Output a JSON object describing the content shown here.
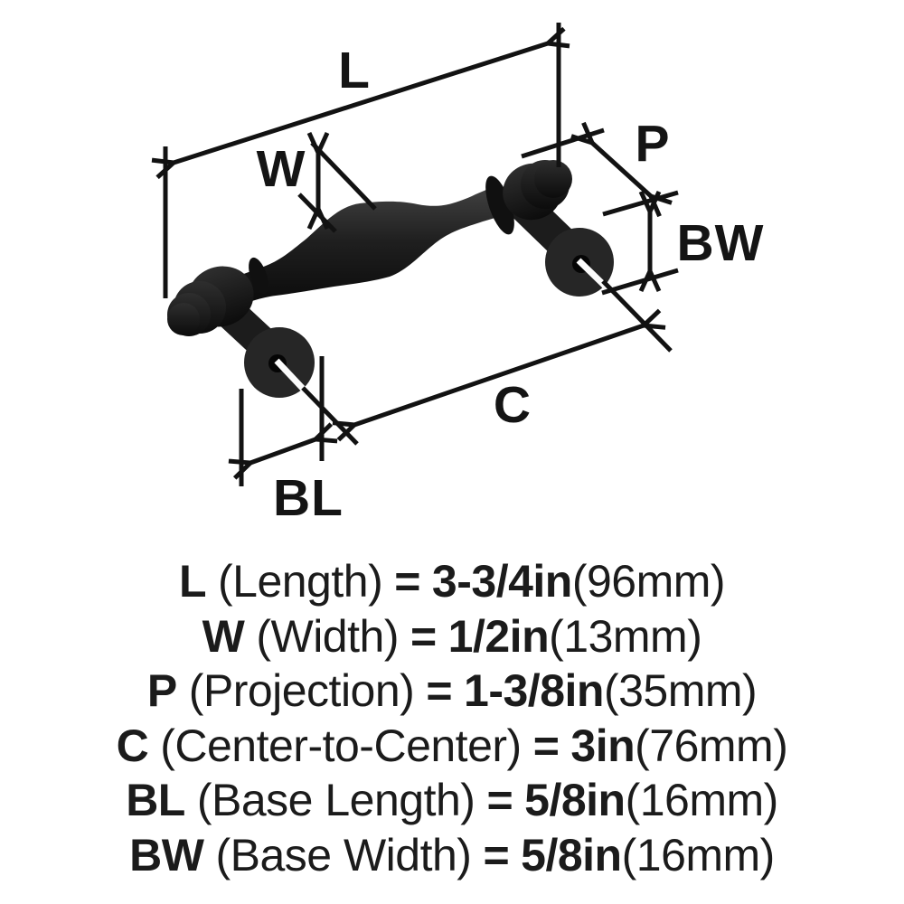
{
  "diagram_title": "Cabinet pull hardware dimension diagram",
  "dims": {
    "L": "L",
    "W": "W",
    "P": "P",
    "BW": "BW",
    "C": "C",
    "BL": "BL"
  },
  "specs": [
    {
      "abbr": "L",
      "name": "(Length)",
      "equals": "=",
      "imperial": "3-3/4in",
      "metric": "(96mm)"
    },
    {
      "abbr": "W",
      "name": "(Width)",
      "equals": "=",
      "imperial": "1/2in",
      "metric": "(13mm)"
    },
    {
      "abbr": "P",
      "name": "(Projection)",
      "equals": "=",
      "imperial": "1-3/8in",
      "metric": "(35mm)"
    },
    {
      "abbr": "C",
      "name": "(Center-to-Center)",
      "equals": "=",
      "imperial": "3in",
      "metric": "(76mm)"
    },
    {
      "abbr": "BL",
      "name": "(Base Length)",
      "equals": "=",
      "imperial": "5/8in",
      "metric": "(16mm)"
    },
    {
      "abbr": "BW",
      "name": "(Base Width)",
      "equals": "=",
      "imperial": "5/8in",
      "metric": "(16mm)"
    }
  ],
  "colors": {
    "background": "#ffffff",
    "line": "#121212",
    "text": "#1b1b1b",
    "handle_dark": "#0a0a0a",
    "handle_mid": "#1f1f1f",
    "handle_light": "#414141",
    "hole_highlight": "#fbfbfb"
  }
}
